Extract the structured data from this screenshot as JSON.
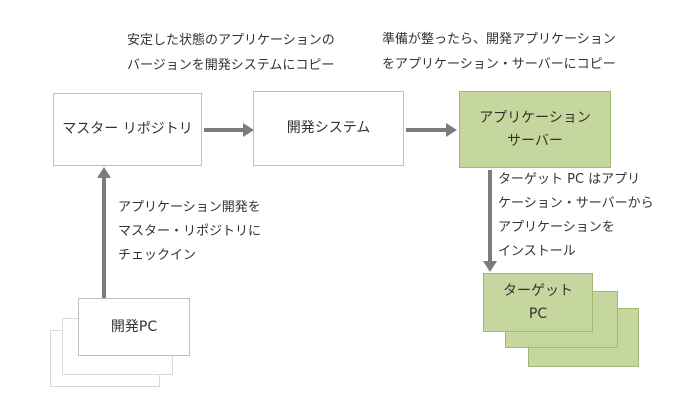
{
  "annotations": {
    "copy_to_dev_system": {
      "line1": "安定した状態のアプリケーションの",
      "line2": "バージョンを開発システムにコピー"
    },
    "copy_to_app_server": {
      "line1": "準備が整ったら、開発アプリケーション",
      "line2": "をアプリケーション・サーバーにコピー"
    },
    "checkin_to_master": {
      "line1": "アプリケーション開発を",
      "line2": "マスター・リポジトリに",
      "line3": "チェックイン"
    },
    "install_from_server": {
      "line1": "ターゲット PC はアプリ",
      "line2": "ケーション・サーバーから",
      "line3": "アプリケーションを",
      "line4": "インストール"
    }
  },
  "nodes": {
    "master_repository": {
      "label": "マスター リポジトリ"
    },
    "development_system": {
      "label": "開発システム"
    },
    "application_server": {
      "line1": "アプリケーション",
      "line2": "サーバー"
    },
    "development_pc": {
      "label": "開発PC"
    },
    "target_pc": {
      "line1": "ターゲット",
      "line2": "PC"
    }
  },
  "colors": {
    "green_fill": "#c5d79e",
    "green_border": "#9eba70",
    "gray_border": "#bfbfbf",
    "back_box_border": "#d9d9d9",
    "arrow": "#7c7c7c",
    "text": "#333333",
    "background": "#ffffff"
  }
}
